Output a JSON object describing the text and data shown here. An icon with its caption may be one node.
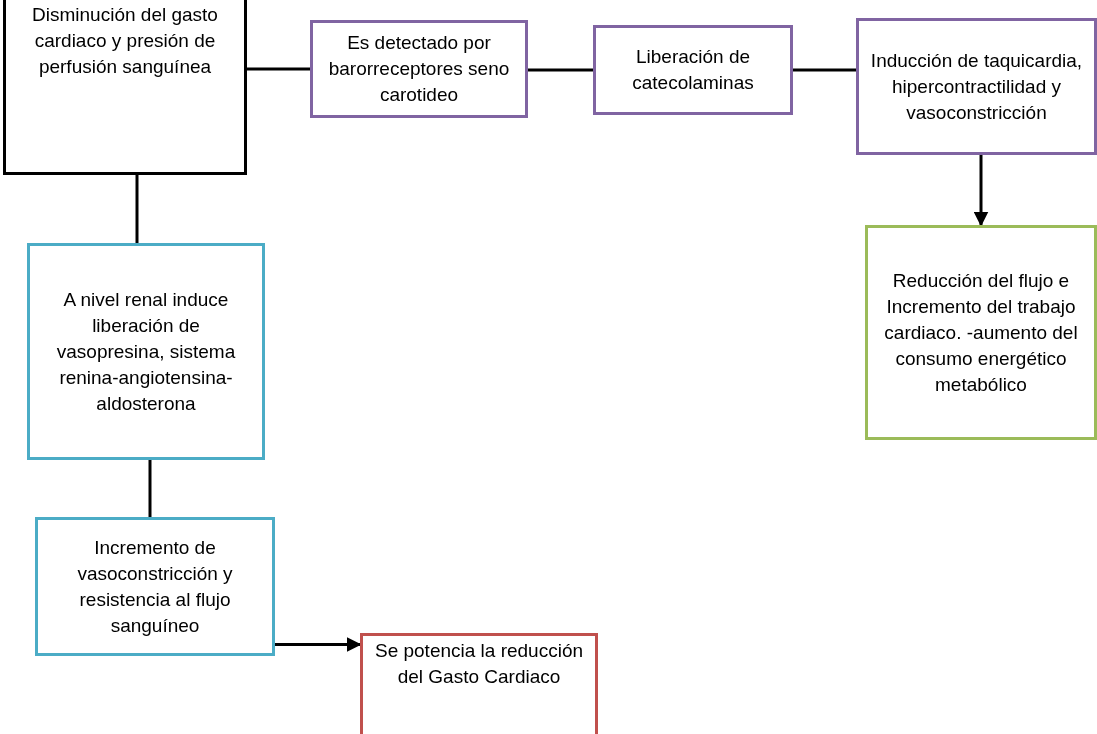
{
  "diagram": {
    "nodes": [
      {
        "text": [
          "Disminución del gasto cardiaco y presión de perfusión sanguínea"
        ]
      },
      {
        "text": [
          "Es detectado por barorreceptores seno carotideo"
        ]
      },
      {
        "text": [
          "Liberación de catecolaminas"
        ]
      },
      {
        "text": [
          "Inducción de taquicardia, hipercontractilidad y vasoconstricción"
        ]
      },
      {
        "text": [
          "Reducción del flujo e Incremento del trabajo cardiaco. -aumento del consumo energético metabólico"
        ]
      },
      {
        "text": [
          "A nivel renal induce liberación de vasopresina, sistema renina-angiotensina-aldosterona"
        ]
      },
      {
        "text": [
          "Incremento de vasoconstricción y resistencia al flujo sanguíneo"
        ]
      },
      {
        "text": [
          "Se potencia la reducción del Gasto Cardiaco"
        ]
      }
    ],
    "edges": [
      {
        "from": 0,
        "to": 1,
        "arrow": "none"
      },
      {
        "from": 1,
        "to": 2,
        "arrow": "none"
      },
      {
        "from": 2,
        "to": 3,
        "arrow": "none"
      },
      {
        "from": 3,
        "to": 4,
        "arrow": "to"
      },
      {
        "from": 0,
        "to": 5,
        "arrow": "none"
      },
      {
        "from": 5,
        "to": 6,
        "arrow": "none"
      },
      {
        "from": 6,
        "to": 7,
        "arrow": "to"
      }
    ]
  }
}
